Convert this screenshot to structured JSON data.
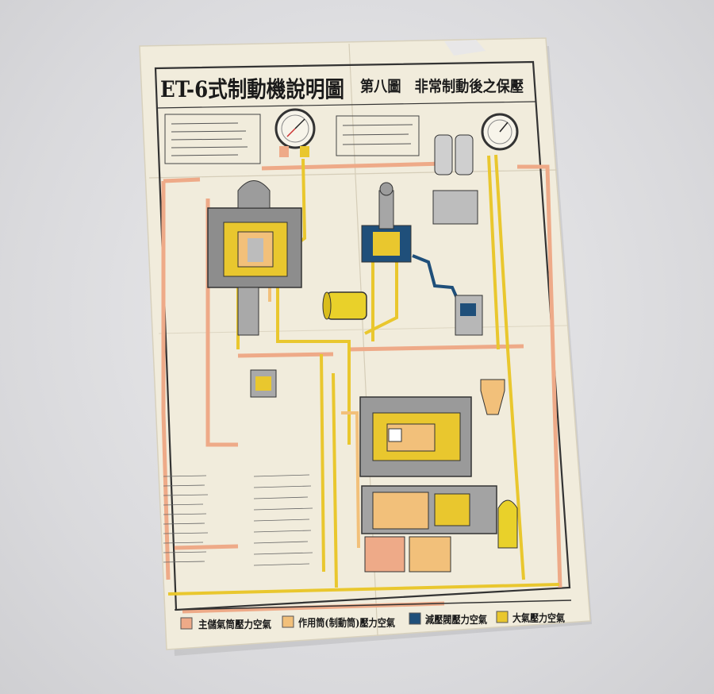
{
  "poster": {
    "title": "ET-6式制動機說明圖",
    "subtitle": "第八圖　非常制動後之保壓",
    "legend": [
      {
        "label": "主儲氣筒壓力空氣",
        "color": "#eeaa88"
      },
      {
        "label": "作用筒(制動筒)壓力空氣",
        "color": "#f2c07a"
      },
      {
        "label": "減壓閥壓力空氣",
        "color": "#1f4f7a"
      },
      {
        "label": "大氣壓力空氣",
        "color": "#e9c72e"
      }
    ],
    "colors": {
      "paper": "#f1ecdc",
      "main_reservoir": "#eeaa88",
      "application": "#f2c07a",
      "reducing": "#1f4f7a",
      "atmosphere": "#e9c72e",
      "ink": "#1a1a1a"
    }
  }
}
